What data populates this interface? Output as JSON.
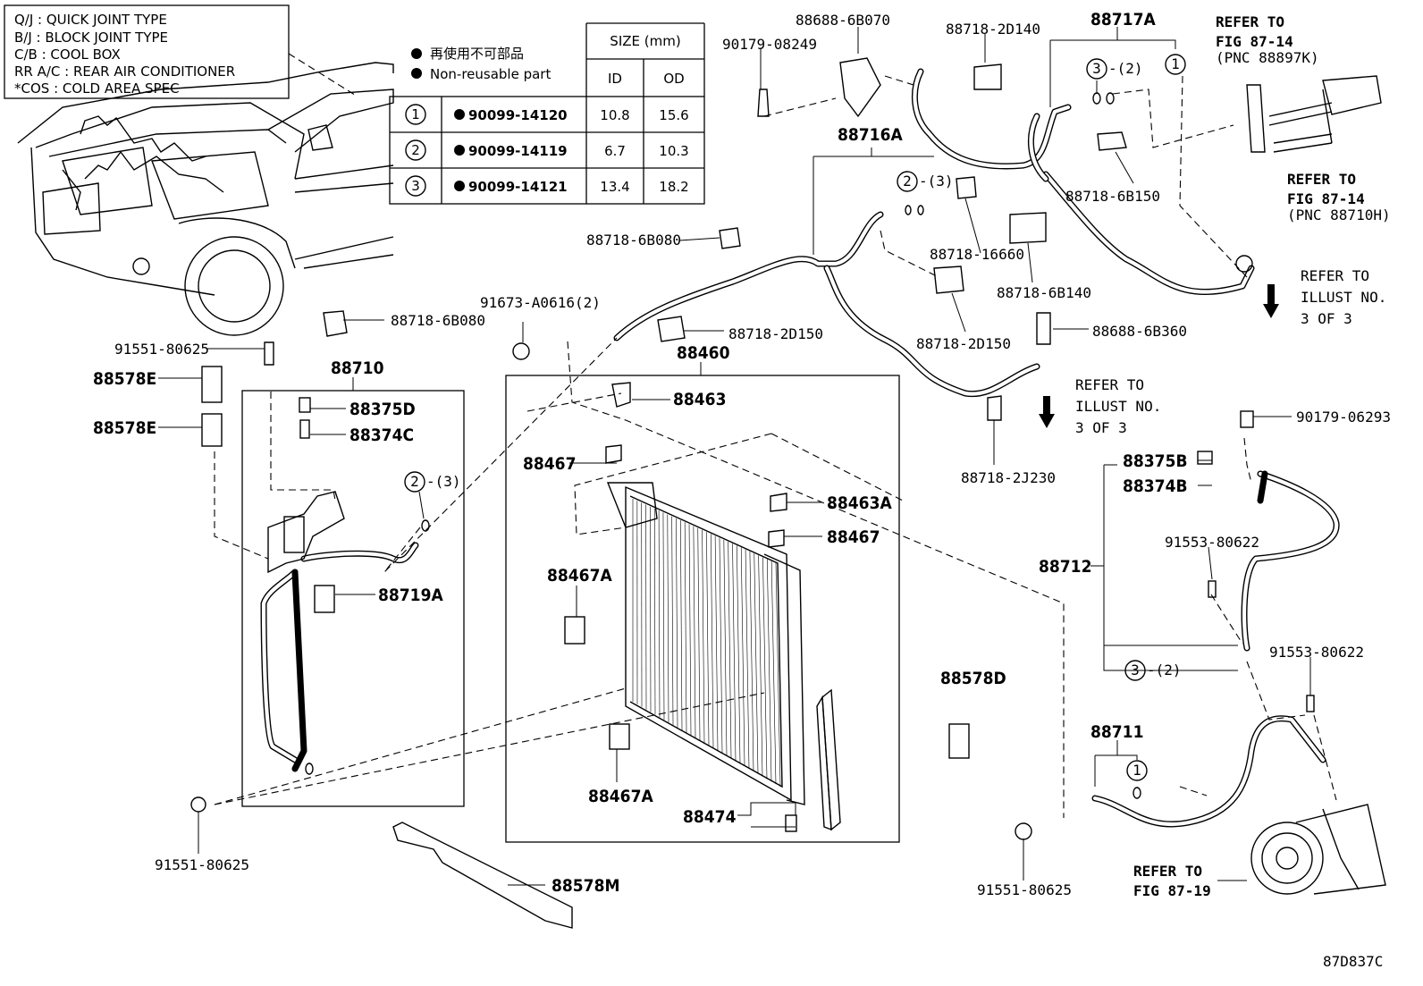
{
  "legend": {
    "lines": [
      "Q/J : QUICK JOINT TYPE",
      "B/J : BLOCK JOINT TYPE",
      "C/B : COOL BOX",
      "RR A/C : REAR AIR CONDITIONER",
      "*COS : COLD AREA SPEC"
    ]
  },
  "nonreusable": {
    "jp": "再使用不可部品",
    "en": "Non-reusable part"
  },
  "size_table": {
    "header": "SIZE (mm)",
    "col_id": "ID",
    "col_od": "OD",
    "rows": [
      {
        "num": "1",
        "part": "90099-14120",
        "id": "10.8",
        "od": "15.6"
      },
      {
        "num": "2",
        "part": "90099-14119",
        "id": "6.7",
        "od": "10.3"
      },
      {
        "num": "3",
        "part": "90099-14121",
        "id": "13.4",
        "od": "18.2"
      }
    ]
  },
  "labels": {
    "p88688_6B070": "88688-6B070",
    "p90179_08249": "90179-08249",
    "p88718_2D140": "88718-2D140",
    "p88717A": "88717A",
    "refer_top_1": "REFER TO",
    "refer_top_2": "FIG 87-14",
    "refer_top_3": "(PNC 88897K)",
    "ring_3_2_top": "3",
    "ring_3_2_top_suffix": "-(2)",
    "ring_1_top": "1",
    "p88716A": "88716A",
    "ring_2_3_mid": "2",
    "ring_2_3_mid_suffix": "-(3)",
    "p88718_6B150": "88718-6B150",
    "refer_r_1": "REFER TO",
    "refer_r_2": "FIG 87-14",
    "refer_r_3": "(PNC 88710H)",
    "p88718_6B080_a": "88718-6B080",
    "p88718_16660": "88718-16660",
    "p88718_6B140": "88718-6B140",
    "refer_ill_1a": "REFER TO",
    "refer_ill_1b": "ILLUST NO.",
    "refer_ill_1c": "3 OF 3",
    "p91673_A0616": "91673-A0616(2)",
    "p88718_6B080_b": "88718-6B080",
    "p88718_2D150_a": "88718-2D150",
    "p88718_2D150_b": "88718-2D150",
    "p88688_6B360": "88688-6B360",
    "p91551_80625_a": "91551-80625",
    "p88710": "88710",
    "p88460": "88460",
    "p88578E_a": "88578E",
    "p88375D": "88375D",
    "p88463": "88463",
    "refer_ill_2a": "REFER TO",
    "refer_ill_2b": "ILLUST NO.",
    "refer_ill_2c": "3 OF 3",
    "p88578E_b": "88578E",
    "p88374C": "88374C",
    "p90179_06293": "90179-06293",
    "p88467_a": "88467",
    "ring_2_3_left": "2",
    "ring_2_3_left_suffix": "-(3)",
    "p88375B": "88375B",
    "p88718_2J230": "88718-2J230",
    "p88374B": "88374B",
    "p88463A": "88463A",
    "p88467_b": "88467",
    "p91553_80622_a": "91553-80622",
    "p88712": "88712",
    "p88467A_a": "88467A",
    "p88719A": "88719A",
    "p91553_80622_b": "91553-80622",
    "ring_3_2_bot": "3",
    "ring_3_2_bot_suffix": "-(2)",
    "p88578D": "88578D",
    "p88711": "88711",
    "ring_1_bot": "1",
    "p88467A_b": "88467A",
    "p88474": "88474",
    "p91551_80625_b": "91551-80625",
    "refer_bot_1": "REFER TO",
    "refer_bot_2": "FIG 87-19",
    "p91551_80625_c": "91551-80625",
    "p88578M": "88578M",
    "fig_code": "87D837C"
  }
}
